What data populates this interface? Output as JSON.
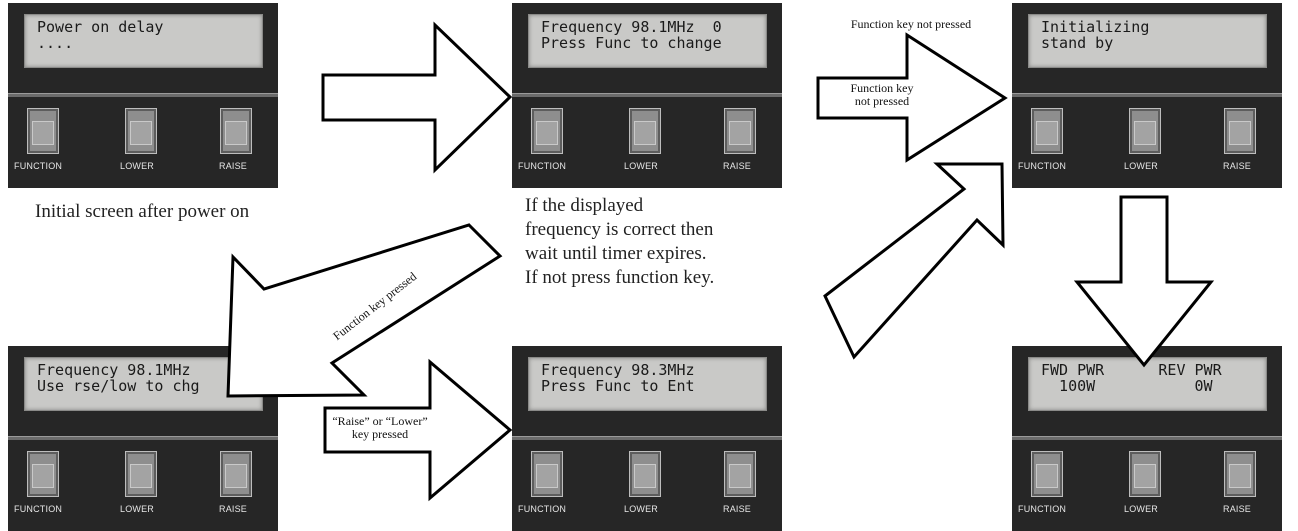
{
  "panels": [
    {
      "lcd_line1": "Power on delay",
      "lcd_line2": "....",
      "buttons": [
        "FUNCTION",
        "LOWER",
        "RAISE"
      ]
    },
    {
      "lcd_line1": "Frequency 98.1MHz  0",
      "lcd_line2": "Press Func to change",
      "buttons": [
        "FUNCTION",
        "LOWER",
        "RAISE"
      ]
    },
    {
      "lcd_line1": "Initializing",
      "lcd_line2": "stand by",
      "buttons": [
        "FUNCTION",
        "LOWER",
        "RAISE"
      ]
    },
    {
      "lcd_line1": "Frequency 98.1MHz",
      "lcd_line2": "Use rse/low to chg",
      "buttons": [
        "FUNCTION",
        "LOWER",
        "RAISE"
      ]
    },
    {
      "lcd_line1": "Frequency 98.3MHz",
      "lcd_line2": "Press Func to Ent",
      "buttons": [
        "FUNCTION",
        "LOWER",
        "RAISE"
      ]
    },
    {
      "lcd_line1": "FWD PWR      REV PWR",
      "lcd_line2": "  100W           0W",
      "buttons": [
        "FUNCTION",
        "LOWER",
        "RAISE"
      ]
    }
  ],
  "captions": {
    "initial": "Initial screen after power on",
    "instructions": [
      "If the displayed",
      "frequency is correct then",
      "wait until timer expires.",
      "If not press function key."
    ]
  },
  "arrow_labels": {
    "function_not_pressed_top": "Function key not pressed",
    "function_not_pressed_inner_1": "Function key",
    "function_not_pressed_inner_2": "not pressed",
    "function_pressed": "Function key pressed",
    "raise_lower_1": "“Raise” or “Lower”",
    "raise_lower_2": "key pressed"
  }
}
